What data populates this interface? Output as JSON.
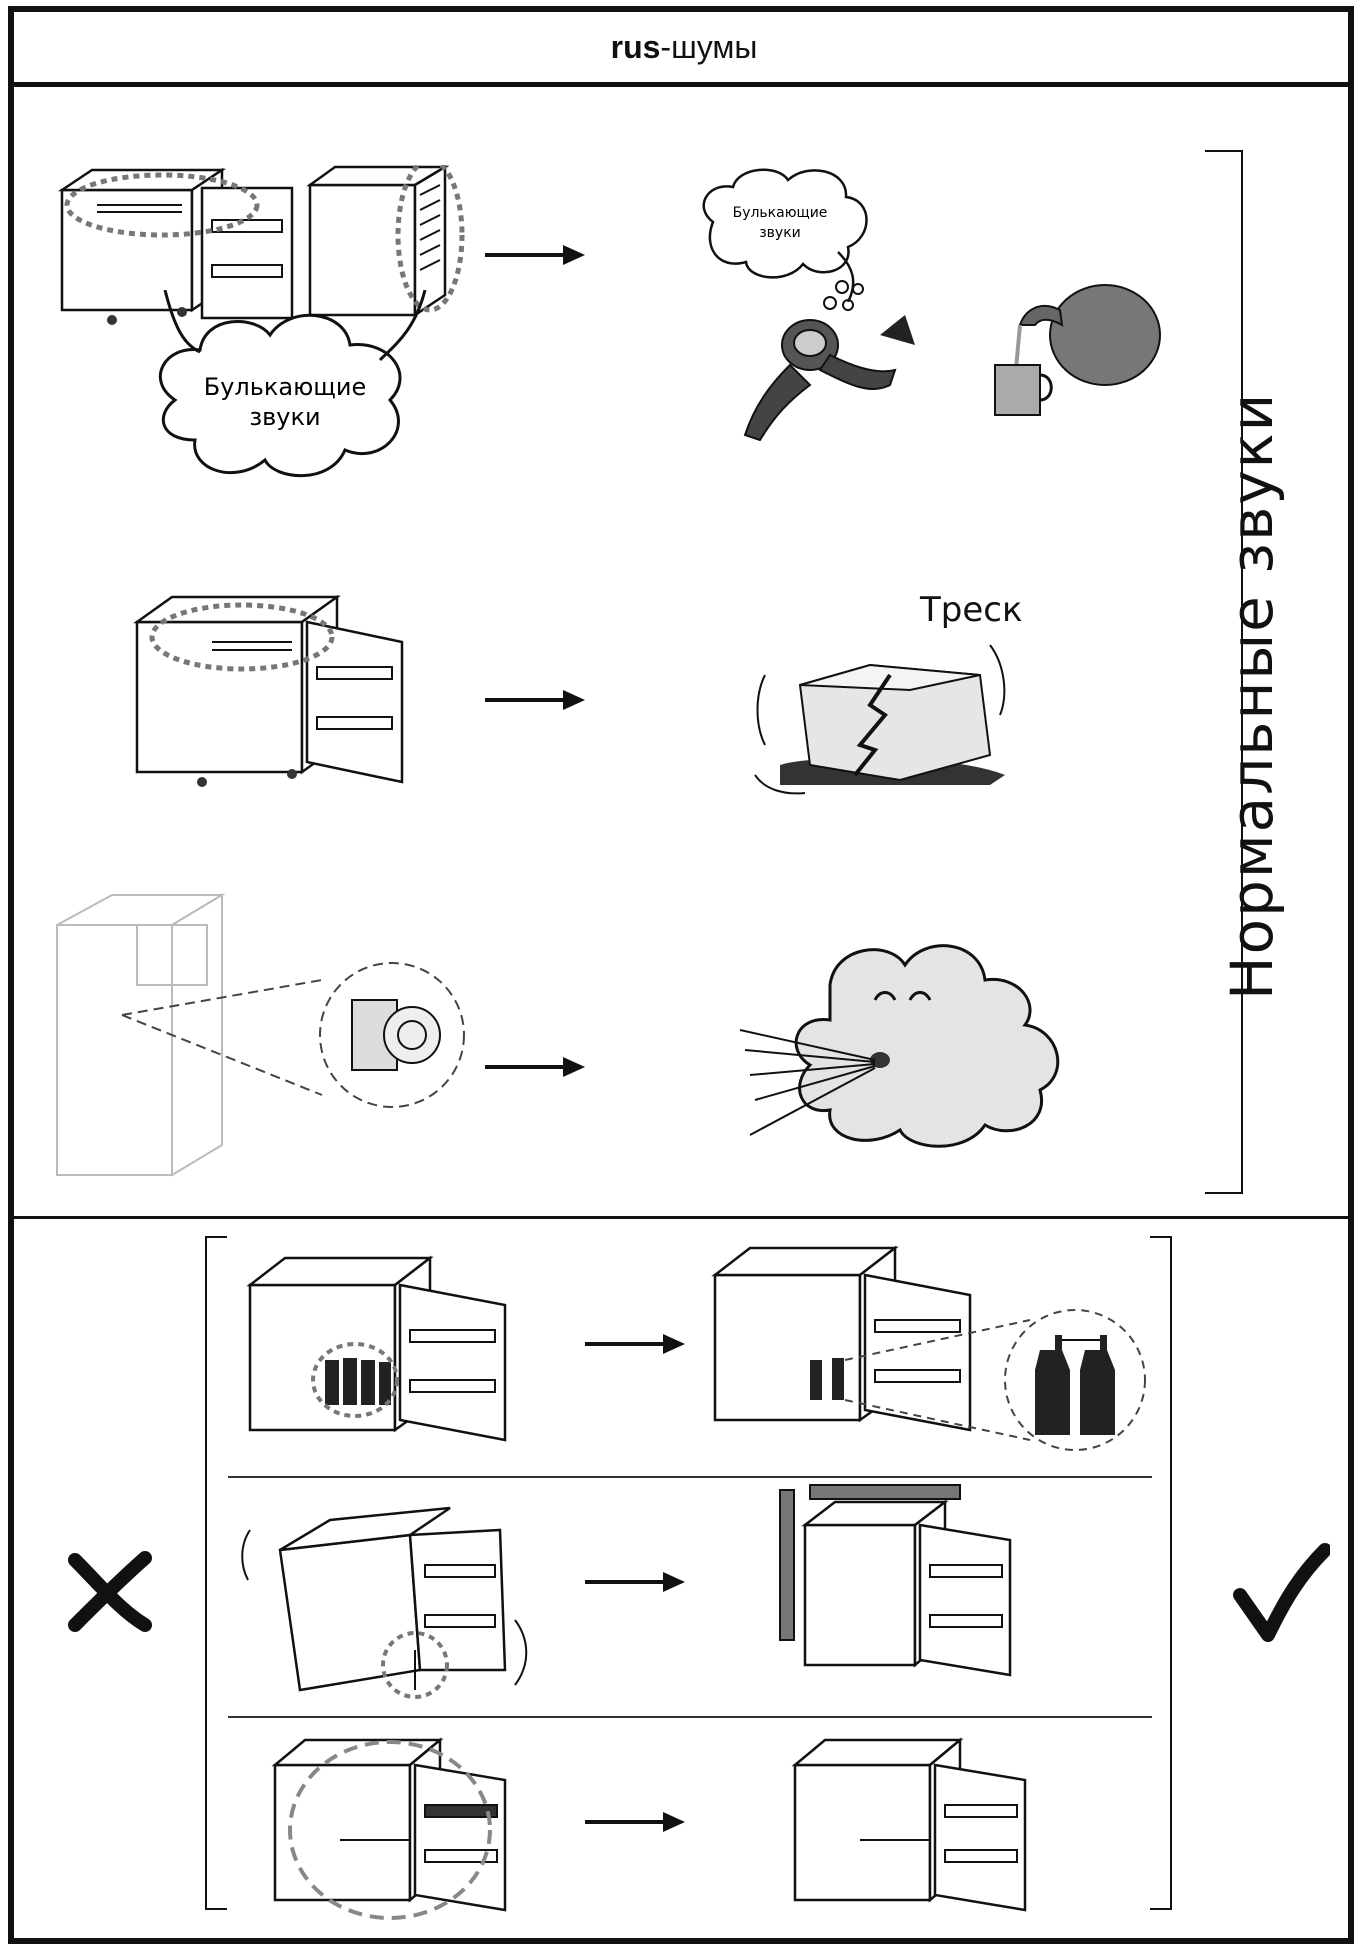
{
  "header": {
    "prefix": "rus",
    "suffix": "-шумы"
  },
  "section_label": "Нормальные звуки",
  "sounds": {
    "bubble_large": [
      "Булькающие",
      "звуки"
    ],
    "bubble_small": [
      "Булькающие",
      "звуки"
    ],
    "crack": "Треск"
  },
  "marks": {
    "wrong": "✕",
    "right": "✓"
  },
  "icons": [
    "arrow-right-icon",
    "fridge-icon",
    "diver-icon",
    "jug-icon",
    "ice-icon",
    "cloud-face-icon",
    "fan-icon",
    "bottle-icon"
  ]
}
